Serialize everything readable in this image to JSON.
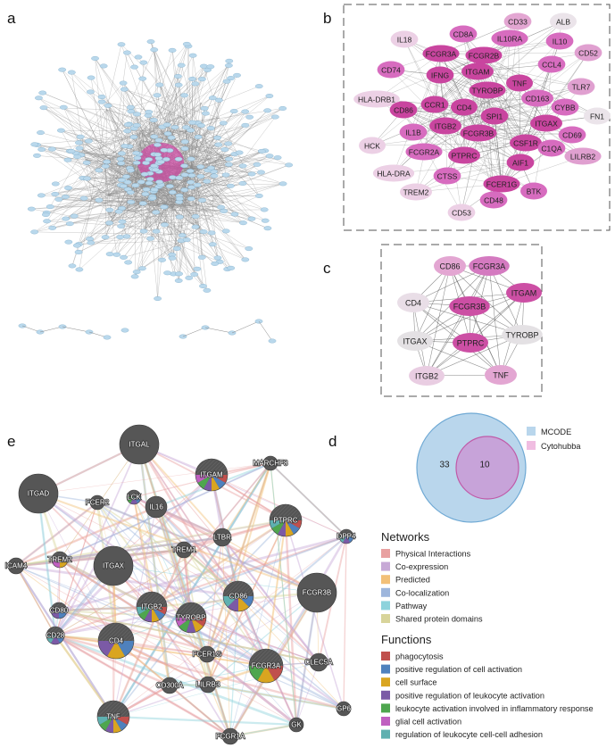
{
  "panels": {
    "a": {
      "letter": "a"
    },
    "b": {
      "letter": "b"
    },
    "c": {
      "letter": "c"
    },
    "d": {
      "letter": "d"
    },
    "e": {
      "letter": "e"
    }
  },
  "network_b": {
    "nodes": [
      {
        "id": "CD33",
        "label": "CD33",
        "color": "#e3a6d2"
      },
      {
        "id": "ALB",
        "label": "ALB",
        "color": "#ebe4ea"
      },
      {
        "id": "CD8A",
        "label": "CD8A",
        "color": "#d76cbf"
      },
      {
        "id": "IL10RA",
        "label": "IL10RA",
        "color": "#d76cbf"
      },
      {
        "id": "IL10",
        "label": "IL10",
        "color": "#d76cbf"
      },
      {
        "id": "IL18",
        "label": "IL18",
        "color": "#ecd0e5"
      },
      {
        "id": "FCGR3A",
        "label": "FCGR3A",
        "color": "#c9459f"
      },
      {
        "id": "FCGR2B",
        "label": "FCGR2B",
        "color": "#c9459f"
      },
      {
        "id": "CD52",
        "label": "CD52",
        "color": "#e0a0d0"
      },
      {
        "id": "CD74",
        "label": "CD74",
        "color": "#d76cbf"
      },
      {
        "id": "IFNG",
        "label": "IFNG",
        "color": "#c9459f"
      },
      {
        "id": "ITGAM",
        "label": "ITGAM",
        "color": "#c9459f"
      },
      {
        "id": "CCL4",
        "label": "CCL4",
        "color": "#d76cbf"
      },
      {
        "id": "TNF",
        "label": "TNF",
        "color": "#c9459f"
      },
      {
        "id": "TYROBP",
        "label": "TYROBP",
        "color": "#c9459f"
      },
      {
        "id": "TLR7",
        "label": "TLR7",
        "color": "#e0a0d0"
      },
      {
        "id": "HLA-DRB1",
        "label": "HLA-DRB1",
        "color": "#ecd0e5"
      },
      {
        "id": "CCR1",
        "label": "CCR1",
        "color": "#c9459f"
      },
      {
        "id": "CD163",
        "label": "CD163",
        "color": "#d76cbf"
      },
      {
        "id": "CYBB",
        "label": "CYBB",
        "color": "#d76cbf"
      },
      {
        "id": "CD86",
        "label": "CD86",
        "color": "#c9459f"
      },
      {
        "id": "CD4",
        "label": "CD4",
        "color": "#c9459f"
      },
      {
        "id": "SPI1",
        "label": "SPI1",
        "color": "#c9459f"
      },
      {
        "id": "ITGAX",
        "label": "ITGAX",
        "color": "#c9459f"
      },
      {
        "id": "FN1",
        "label": "FN1",
        "color": "#ebe4ea"
      },
      {
        "id": "IL1B",
        "label": "IL1B",
        "color": "#d76cbf"
      },
      {
        "id": "ITGB2",
        "label": "ITGB2",
        "color": "#c9459f"
      },
      {
        "id": "FCGR3B",
        "label": "FCGR3B",
        "color": "#c9459f"
      },
      {
        "id": "CSF1R",
        "label": "CSF1R",
        "color": "#c9459f"
      },
      {
        "id": "CD69",
        "label": "CD69",
        "color": "#d76cbf"
      },
      {
        "id": "HCK",
        "label": "HCK",
        "color": "#ecd0e5"
      },
      {
        "id": "FCGR2A",
        "label": "FCGR2A",
        "color": "#d76cbf"
      },
      {
        "id": "PTPRC",
        "label": "PTPRC",
        "color": "#c9459f"
      },
      {
        "id": "AIF1",
        "label": "AIF1",
        "color": "#c9459f"
      },
      {
        "id": "C1QA",
        "label": "C1QA",
        "color": "#d76cbf"
      },
      {
        "id": "LILRB2",
        "label": "LILRB2",
        "color": "#e0a0d0"
      },
      {
        "id": "HLA-DRA",
        "label": "HLA-DRA",
        "color": "#ecd0e5"
      },
      {
        "id": "CTSS",
        "label": "CTSS",
        "color": "#d76cbf"
      },
      {
        "id": "FCER1G",
        "label": "FCER1G",
        "color": "#c9459f"
      },
      {
        "id": "TREM2",
        "label": "TREM2",
        "color": "#ecd0e5"
      },
      {
        "id": "BTK",
        "label": "BTK",
        "color": "#d76cbf"
      },
      {
        "id": "CD48",
        "label": "CD48",
        "color": "#d76cbf"
      },
      {
        "id": "CD53",
        "label": "CD53",
        "color": "#ecd0e5"
      }
    ]
  },
  "network_c": {
    "nodes": [
      {
        "id": "CD86",
        "label": "CD86",
        "color": "#e3a6d2"
      },
      {
        "id": "FCGR3A",
        "label": "FCGR3A",
        "color": "#d47ac0"
      },
      {
        "id": "ITGAM",
        "label": "ITGAM",
        "color": "#cc4fa4"
      },
      {
        "id": "CD4",
        "label": "CD4",
        "color": "#e9dee7"
      },
      {
        "id": "FCGR3B",
        "label": "FCGR3B",
        "color": "#cc4fa4"
      },
      {
        "id": "ITGAX",
        "label": "ITGAX",
        "color": "#e4e1e4"
      },
      {
        "id": "PTPRC",
        "label": "PTPRC",
        "color": "#cc4fa4"
      },
      {
        "id": "TYROBP",
        "label": "TYROBP",
        "color": "#e4e1e4"
      },
      {
        "id": "ITGB2",
        "label": "ITGB2",
        "color": "#e9cde2"
      },
      {
        "id": "TNF",
        "label": "TNF",
        "color": "#e3a6d2"
      }
    ]
  },
  "venn": {
    "left_count": "33",
    "overlap_count": "10",
    "legend": [
      {
        "label": "MCODE",
        "color": "#b9d6ec"
      },
      {
        "label": "Cytohubba",
        "color": "#f0bde1"
      }
    ]
  },
  "network_e": {
    "nodes": [
      {
        "id": "ITGAL",
        "label": "ITGAL"
      },
      {
        "id": "ITGAD",
        "label": "ITGAD"
      },
      {
        "id": "MARCHF8",
        "label": "MARCHF8"
      },
      {
        "id": "ITGAM",
        "label": "ITGAM"
      },
      {
        "id": "FCER2",
        "label": "FCER2"
      },
      {
        "id": "LCK",
        "label": "LCK"
      },
      {
        "id": "IL16",
        "label": "IL16"
      },
      {
        "id": "PTPRC",
        "label": "PTPRC"
      },
      {
        "id": "DPP4",
        "label": "DPP4"
      },
      {
        "id": "LTBR",
        "label": "LTBR"
      },
      {
        "id": "TREM2",
        "label": "TREM2"
      },
      {
        "id": "ITGAX",
        "label": "ITGAX"
      },
      {
        "id": "TREM1",
        "label": "TREM1"
      },
      {
        "id": "ICAM4",
        "label": "ICAM4"
      },
      {
        "id": "FCGR3B",
        "label": "FCGR3B"
      },
      {
        "id": "CD80",
        "label": "CD80"
      },
      {
        "id": "ITGB2",
        "label": "ITGB2"
      },
      {
        "id": "CD86",
        "label": "CD86"
      },
      {
        "id": "TYROBP",
        "label": "TYROBP"
      },
      {
        "id": "CD28",
        "label": "CD28"
      },
      {
        "id": "CD4",
        "label": "CD4"
      },
      {
        "id": "FCER1G",
        "label": "FCER1G"
      },
      {
        "id": "FCGR3A",
        "label": "FCGR3A"
      },
      {
        "id": "CLEC5A",
        "label": "CLEC5A"
      },
      {
        "id": "CD300A",
        "label": "CD300A"
      },
      {
        "id": "LILRB3",
        "label": "LILRB3"
      },
      {
        "id": "TNF",
        "label": "TNF"
      },
      {
        "id": "GP6",
        "label": "GP6"
      },
      {
        "id": "GK",
        "label": "GK"
      },
      {
        "id": "FCGR1A",
        "label": "FCGR1A"
      }
    ]
  },
  "legend_networks": {
    "title": "Networks",
    "items": [
      {
        "label": "Physical Interactions",
        "color": "#e8a0a0"
      },
      {
        "label": "Co-expression",
        "color": "#c7a9d6"
      },
      {
        "label": "Predicted",
        "color": "#f2c078"
      },
      {
        "label": "Co-localization",
        "color": "#9eb6dc"
      },
      {
        "label": "Pathway",
        "color": "#8ed3dc"
      },
      {
        "label": "Shared protein domains",
        "color": "#d8d49a"
      }
    ]
  },
  "legend_functions": {
    "title": "Functions",
    "items": [
      {
        "label": "phagocytosis",
        "color": "#c0504d"
      },
      {
        "label": "positive regulation of cell activation",
        "color": "#4f81bd"
      },
      {
        "label": "cell surface",
        "color": "#d9a520"
      },
      {
        "label": "positive regulation of leukocyte activation",
        "color": "#7b5aa6"
      },
      {
        "label": "leukocyte activation involved in inflammatory response",
        "color": "#4ea64e"
      },
      {
        "label": "glial cell activation",
        "color": "#c060c0"
      },
      {
        "label": "regulation of leukocyte cell-cell adhesion",
        "color": "#5fb0b0"
      }
    ]
  }
}
